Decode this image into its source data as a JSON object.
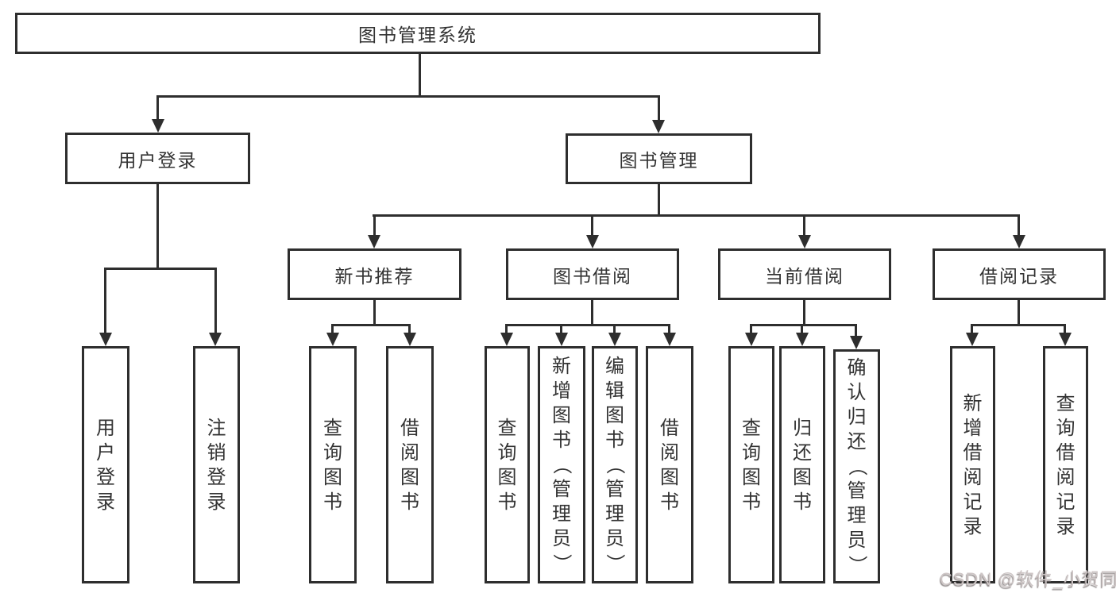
{
  "nodes": {
    "root": "图书管理系统",
    "user_login": "用户登录",
    "book_mgmt": "图书管理",
    "new_book_rec": "新书推荐",
    "book_borrow": "图书借阅",
    "current_borrow": "当前借阅",
    "borrow_records": "借阅记录",
    "leaf_user_login": "用户登录",
    "leaf_logout": "注销登录",
    "leaf_nbr_query": "查询图书",
    "leaf_nbr_borrow": "借阅图书",
    "leaf_bb_query": "查询图书",
    "leaf_bb_add": "新增图书（管理员）",
    "leaf_bb_edit": "编辑图书（管理员）",
    "leaf_bb_borrow": "借阅图书",
    "leaf_cb_query": "查询图书",
    "leaf_cb_return": "归还图书",
    "leaf_cb_confirm": "确认归还（管理员）",
    "leaf_br_add": "新增借阅记录",
    "leaf_br_query": "查询借阅记录"
  },
  "watermark": {
    "text": "CSDN @软件_小贺同学"
  },
  "colors": {
    "line": "#2e2e2e",
    "text": "#333333",
    "watermark": "#cdc5c5",
    "background": "#ffffff"
  }
}
